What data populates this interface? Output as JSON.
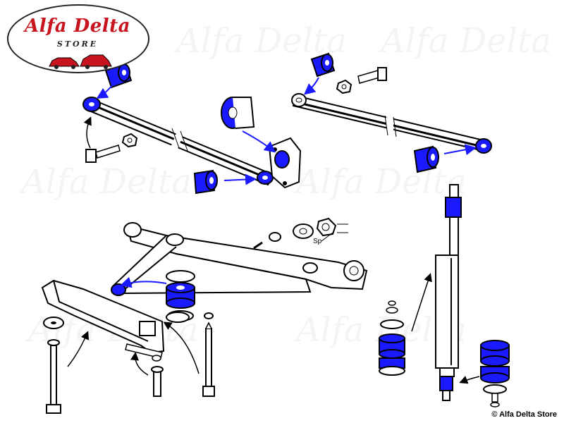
{
  "logo": {
    "title": "Alfa Delta",
    "subtitle": "STORE"
  },
  "watermark": {
    "text": "Alfa Delta"
  },
  "labels": {
    "sp": "Sp"
  },
  "footer": {
    "copyright": "© Alfa Delta Store"
  },
  "colors": {
    "highlight_blue": "#1a1aff",
    "logo_red": "#c8141e",
    "outline": "#000000"
  },
  "icons": [
    "bushing-icon",
    "bolt-icon",
    "nut-icon",
    "washer-icon",
    "shock-absorber-icon",
    "car-icon"
  ]
}
